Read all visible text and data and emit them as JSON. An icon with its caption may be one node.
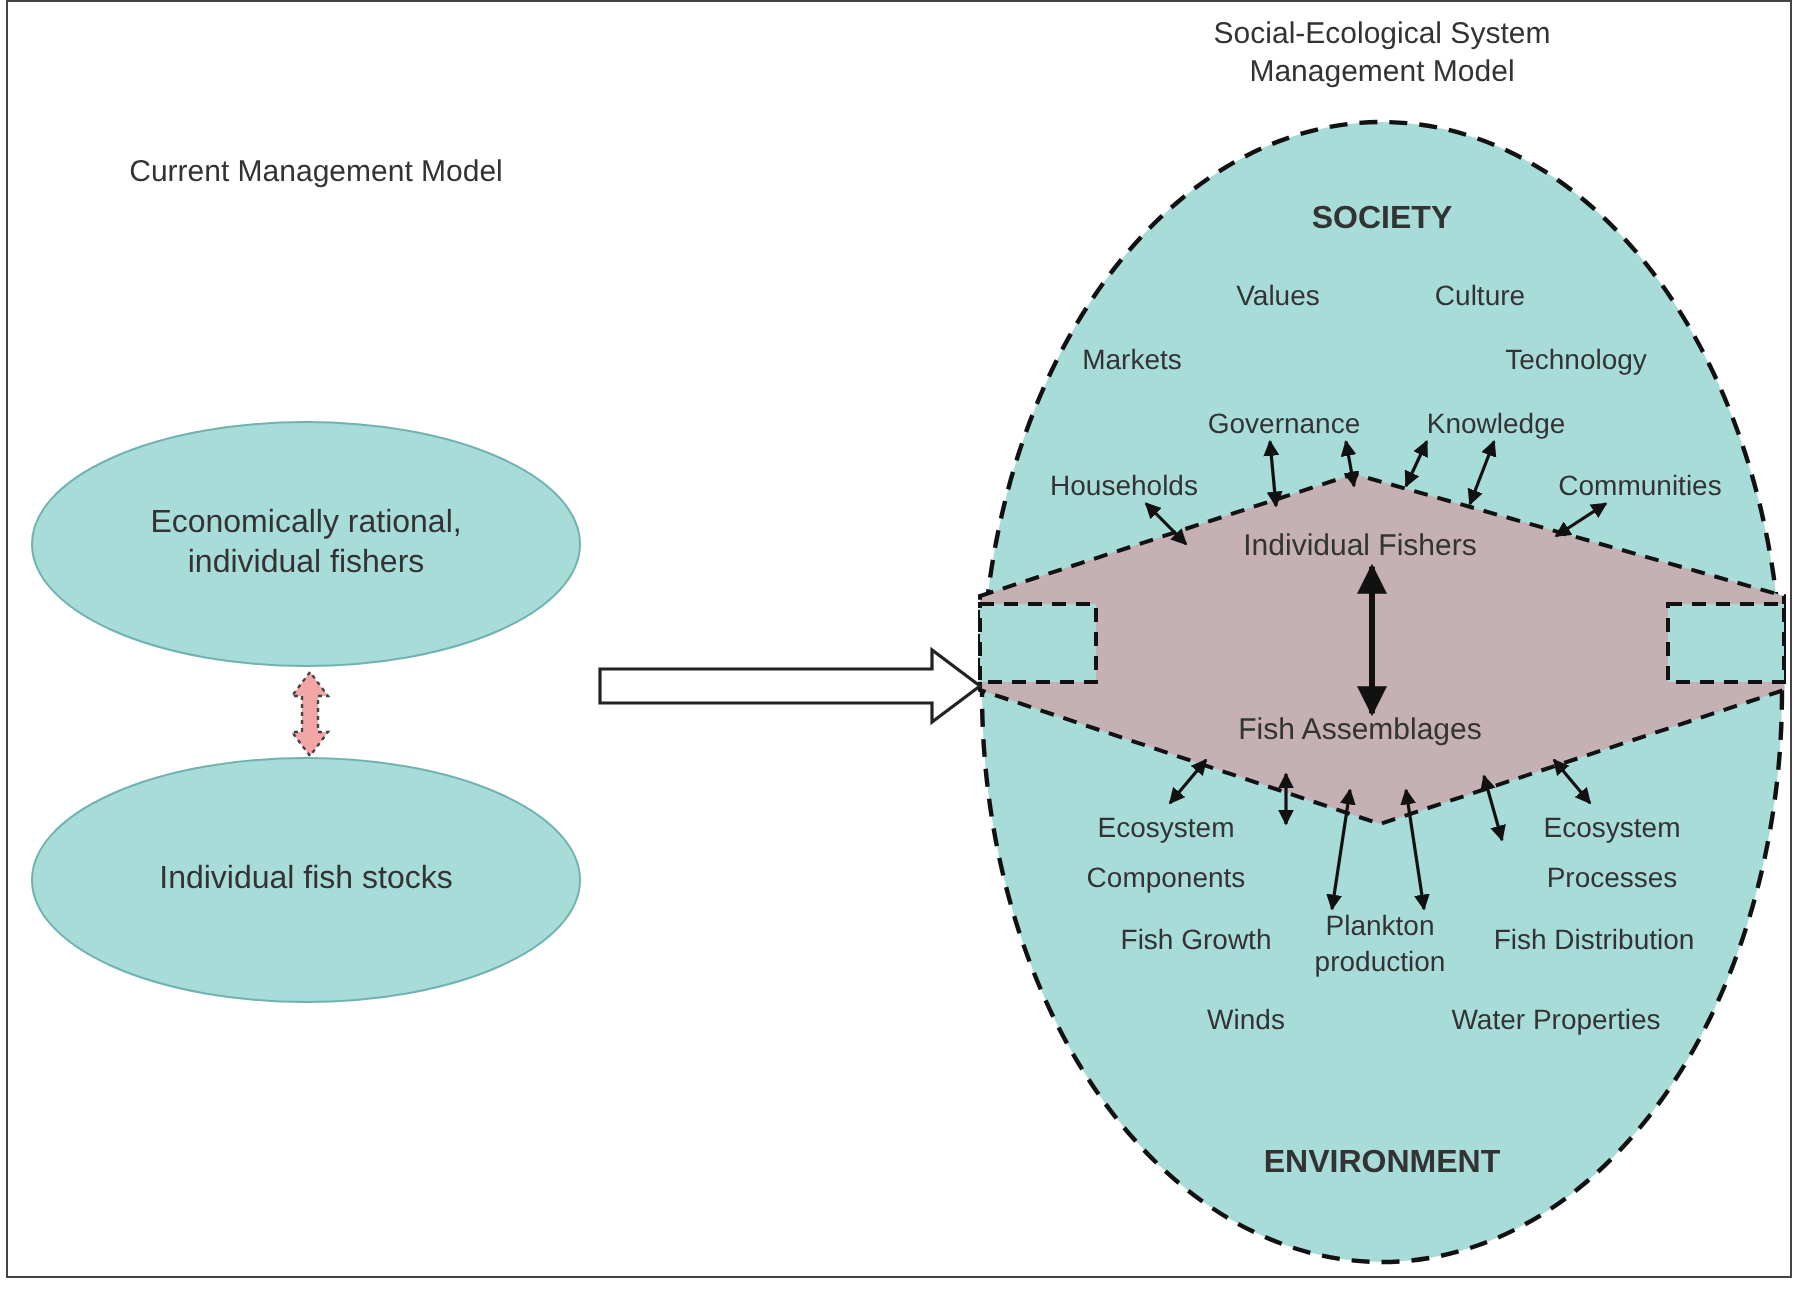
{
  "diagram": {
    "nodes": [
      {
        "text": [
          "Economically rational, individual fishers"
        ]
      },
      {
        "text": [
          "Individual fish stocks"
        ]
      },
      {
        "text": [
          "Social-Ecological System Management Model",
          "SOCIETY",
          "ENVIRONMENT"
        ]
      },
      {
        "text": [
          "Households"
        ],
        "in": 2
      },
      {
        "text": [
          "Governance"
        ],
        "in": 2
      },
      {
        "text": [
          "Knowledge"
        ],
        "in": 2
      },
      {
        "text": [
          "Communities"
        ],
        "in": 2
      },
      {
        "text": [],
        "shape": "diamond",
        "in": 2
      },
      {
        "text": [
          "Individual Fishers"
        ],
        "in": 7
      },
      {
        "text": [
          "Fish Assemblages"
        ],
        "in": 7
      },
      {
        "text": [
          "Ecosystem Components"
        ],
        "in": 2
      },
      {
        "text": [
          "Ecosystem Processes"
        ],
        "in": 2
      },
      {
        "text": [
          "Plankton production"
        ],
        "in": 2
      }
    ],
    "edges": [
      {
        "from": 0,
        "to": 1,
        "arrow": "both",
        "style": "dashed",
        "color": "#f4a6a6"
      },
      {
        "from": null,
        "to": 2,
        "arrow": "to",
        "style": "thick"
      },
      {
        "from": 7,
        "to": 3,
        "arrow": "both"
      },
      {
        "from": 7,
        "to": 4,
        "arrow": "both"
      },
      {
        "from": 7,
        "to": 4,
        "arrow": "both"
      },
      {
        "from": 7,
        "to": 5,
        "arrow": "both"
      },
      {
        "from": 7,
        "to": 5,
        "arrow": "both"
      },
      {
        "from": 7,
        "to": 6,
        "arrow": "both"
      },
      {
        "from": 8,
        "to": 9,
        "arrow": "both"
      },
      {
        "from": 7,
        "to": 10,
        "arrow": "both"
      },
      {
        "from": 7,
        "to": 10,
        "arrow": "both"
      },
      {
        "from": 7,
        "to": 12,
        "arrow": "both"
      },
      {
        "from": 7,
        "to": 12,
        "arrow": "both"
      },
      {
        "from": 7,
        "to": 11,
        "arrow": "both"
      },
      {
        "from": 7,
        "to": 11,
        "arrow": "both"
      }
    ],
    "labels": [
      "Current Management Model",
      "Values",
      "Culture",
      "Markets",
      "Technology",
      "Fish Growth",
      "Fish Distribution",
      "Winds",
      "Water Properties"
    ]
  }
}
